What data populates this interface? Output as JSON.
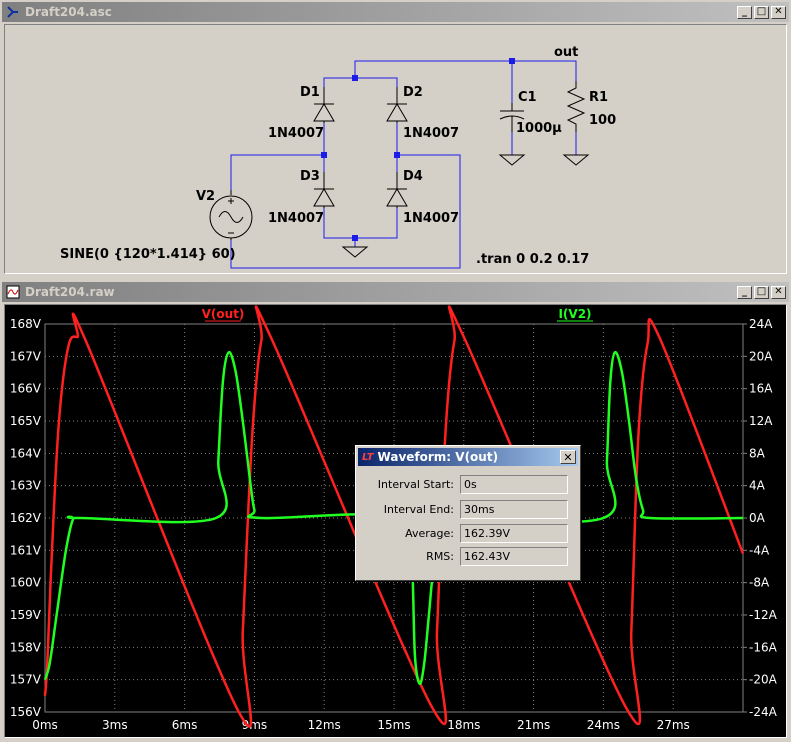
{
  "schematic_window": {
    "title": "Draft204.asc",
    "components": {
      "d1": {
        "name": "D1",
        "model": "1N4007"
      },
      "d2": {
        "name": "D2",
        "model": "1N4007"
      },
      "d3": {
        "name": "D3",
        "model": "1N4007"
      },
      "d4": {
        "name": "D4",
        "model": "1N4007"
      },
      "c1": {
        "name": "C1",
        "value": "1000µ"
      },
      "r1": {
        "name": "R1",
        "value": "100"
      },
      "v2": {
        "name": "V2",
        "value": "SINE(0 {120*1.414} 60)"
      }
    },
    "net_label": "out",
    "directive": ".tran 0 0.2 0.17"
  },
  "waveform_window": {
    "title": "Draft204.raw",
    "chart_data": {
      "type": "line",
      "series": [
        {
          "name": "V(out)",
          "color": "#ff2020",
          "axis": "left",
          "x": [
            0,
            0.1,
            0.3,
            0.6,
            1.0,
            1.4,
            1.8,
            8.33,
            8.5,
            8.9,
            9.3,
            9.7,
            16.67,
            16.85,
            17.2,
            17.6,
            18.0,
            25.0,
            25.2,
            25.5,
            25.9,
            26.4,
            30.0
          ],
          "y": [
            156.5,
            157.5,
            161,
            165,
            167.3,
            167.6,
            167.4,
            156.0,
            158.5,
            164.5,
            167.5,
            167.6,
            156.1,
            158.5,
            164.5,
            167.5,
            167.6,
            156.1,
            158.5,
            164.5,
            167.4,
            167.6,
            160.9
          ]
        },
        {
          "name": "I(V2)",
          "color": "#20ff20",
          "axis": "right",
          "x": [
            0,
            0.2,
            0.5,
            0.9,
            1.2,
            1.5,
            7.35,
            7.45,
            7.65,
            7.9,
            8.2,
            8.5,
            8.8,
            9.0,
            9.3,
            15.67,
            15.8,
            15.9,
            16.1,
            16.3,
            16.5,
            16.7,
            17.0,
            17.3,
            17.6,
            24.0,
            24.15,
            24.3,
            24.5,
            24.8,
            25.1,
            25.4,
            25.7,
            26.0,
            30.0
          ],
          "y": [
            -20,
            -18,
            -12,
            -4,
            -0.2,
            0,
            0,
            7,
            17,
            20.5,
            18,
            12,
            5,
            1,
            0,
            0,
            -7,
            -17,
            -20.5,
            -18,
            -12,
            -6,
            -1.5,
            0,
            0,
            0,
            7,
            17,
            20.5,
            18,
            12,
            5,
            1,
            0,
            0
          ]
        }
      ],
      "x_ticks": [
        "0ms",
        "3ms",
        "6ms",
        "9ms",
        "12ms",
        "15ms",
        "18ms",
        "21ms",
        "24ms",
        "27ms"
      ],
      "x_tick_values": [
        0,
        3,
        6,
        9,
        12,
        15,
        18,
        21,
        24,
        27
      ],
      "xlim": [
        0,
        30
      ],
      "y_left_ticks": [
        "168V",
        "167V",
        "166V",
        "165V",
        "164V",
        "163V",
        "162V",
        "161V",
        "160V",
        "159V",
        "158V",
        "157V",
        "156V"
      ],
      "y_left_tick_values": [
        168,
        167,
        166,
        165,
        164,
        163,
        162,
        161,
        160,
        159,
        158,
        157,
        156
      ],
      "ylim_left": [
        156,
        168
      ],
      "y_right_ticks": [
        "24A",
        "20A",
        "16A",
        "12A",
        "8A",
        "4A",
        "0A",
        "-4A",
        "-8A",
        "-12A",
        "-16A",
        "-20A",
        "-24A"
      ],
      "y_right_tick_values": [
        24,
        20,
        16,
        12,
        8,
        4,
        0,
        -4,
        -8,
        -12,
        -16,
        -20,
        -24
      ],
      "ylim_right": [
        -24,
        24
      ],
      "grid": true
    }
  },
  "dialog": {
    "title": "Waveform: V(out)",
    "close_label": "✕",
    "rows": [
      {
        "label": "Interval Start:",
        "value": "0s"
      },
      {
        "label": "Interval End:",
        "value": "30ms"
      },
      {
        "label": "Average:",
        "value": "162.39V"
      },
      {
        "label": "RMS:",
        "value": "162.43V"
      }
    ]
  },
  "window_buttons": {
    "minimize": "_",
    "maximize": "□",
    "close": "✕"
  }
}
